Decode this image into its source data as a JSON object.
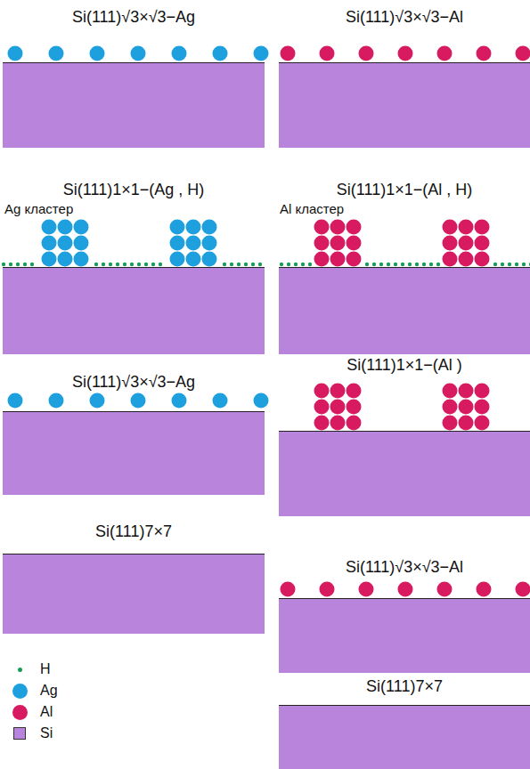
{
  "diagram": {
    "nodes": [
      {
        "text": [
          "Si(111)√3×√3−Ag"
        ]
      },
      {
        "text": [
          "Si(111)√3×√3−Al"
        ]
      },
      {
        "text": [
          "Si(111)1×1−(Ag , H)",
          "Ag кластер"
        ]
      },
      {
        "text": [
          "Si(111)1×1−(Al , H)",
          "Al кластер"
        ]
      },
      {
        "text": [
          "Si(111)√3×√3−Ag"
        ]
      },
      {
        "text": [
          "Si(111)1×1−(Al )"
        ]
      },
      {
        "text": [
          "Si(111)7×7"
        ]
      },
      {
        "text": [
          "Si(111)√3×√3−Al"
        ]
      },
      {
        "text": [
          "Si(111)7×7"
        ]
      }
    ],
    "legend": [
      {
        "text": "H",
        "color": "#1a9a57"
      },
      {
        "text": "Ag",
        "color": "#1ea0df"
      },
      {
        "text": "Al",
        "color": "#d81b60"
      },
      {
        "text": "Si",
        "color": "#b884dc"
      }
    ]
  }
}
